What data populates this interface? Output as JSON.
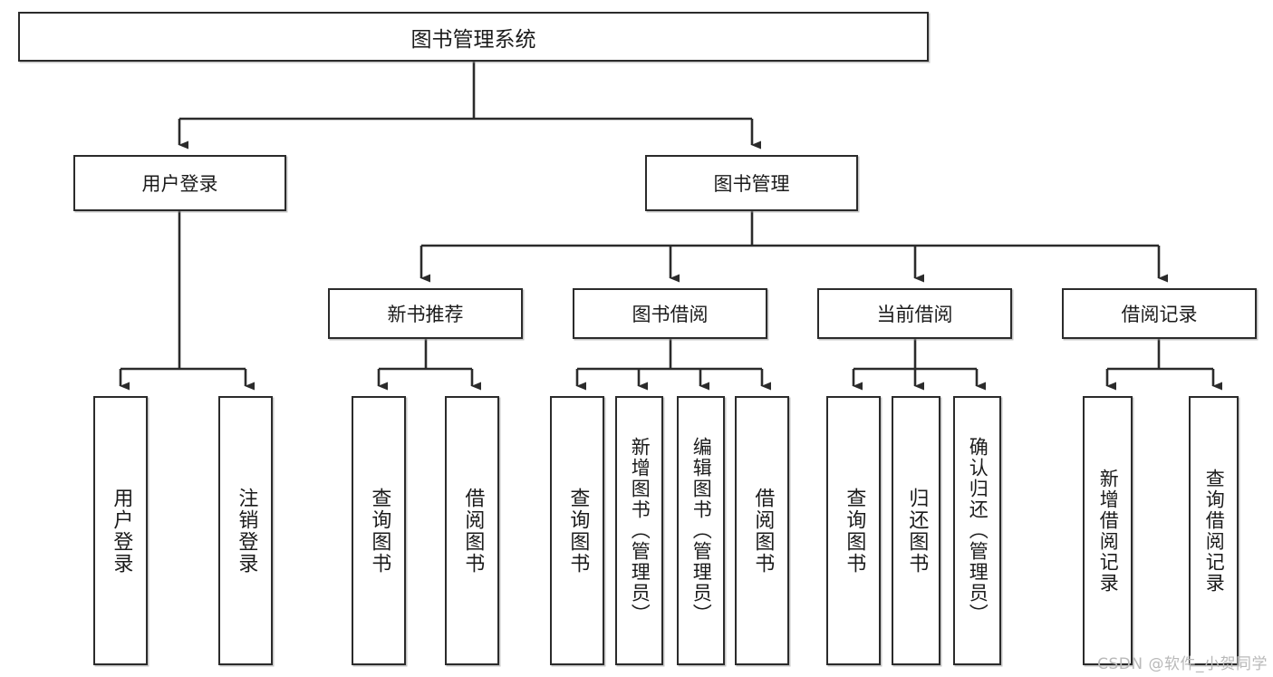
{
  "diagram": {
    "title": "图书管理系统",
    "watermark": "CSDN @软件_小贺同学",
    "line_color": "#2b2b2b",
    "box_fill": "#ffffff",
    "text_color": "#1b1b1b",
    "watermark_color": "#b9b9b9"
  },
  "root": {
    "label": "图书管理系统"
  },
  "level2": [
    {
      "label": "用户登录"
    },
    {
      "label": "图书管理"
    }
  ],
  "level3": [
    {
      "label": "新书推荐"
    },
    {
      "label": "图书借阅"
    },
    {
      "label": "当前借阅"
    },
    {
      "label": "借阅记录"
    }
  ],
  "leaves": [
    {
      "label": "用户登录",
      "parent": "用户登录"
    },
    {
      "label": "注销登录",
      "parent": "用户登录"
    },
    {
      "label": "查询图书",
      "parent": "新书推荐"
    },
    {
      "label": "借阅图书",
      "parent": "新书推荐"
    },
    {
      "label": "查询图书",
      "parent": "图书借阅"
    },
    {
      "label": "新增图书（管理员）",
      "parent": "图书借阅"
    },
    {
      "label": "编辑图书（管理员）",
      "parent": "图书借阅"
    },
    {
      "label": "借阅图书",
      "parent": "图书借阅"
    },
    {
      "label": "查询图书",
      "parent": "当前借阅"
    },
    {
      "label": "归还图书",
      "parent": "当前借阅"
    },
    {
      "label": "确认归还（管理员）",
      "parent": "当前借阅"
    },
    {
      "label": "新增借阅记录",
      "parent": "借阅记录"
    },
    {
      "label": "查询借阅记录",
      "parent": "借阅记录"
    }
  ]
}
